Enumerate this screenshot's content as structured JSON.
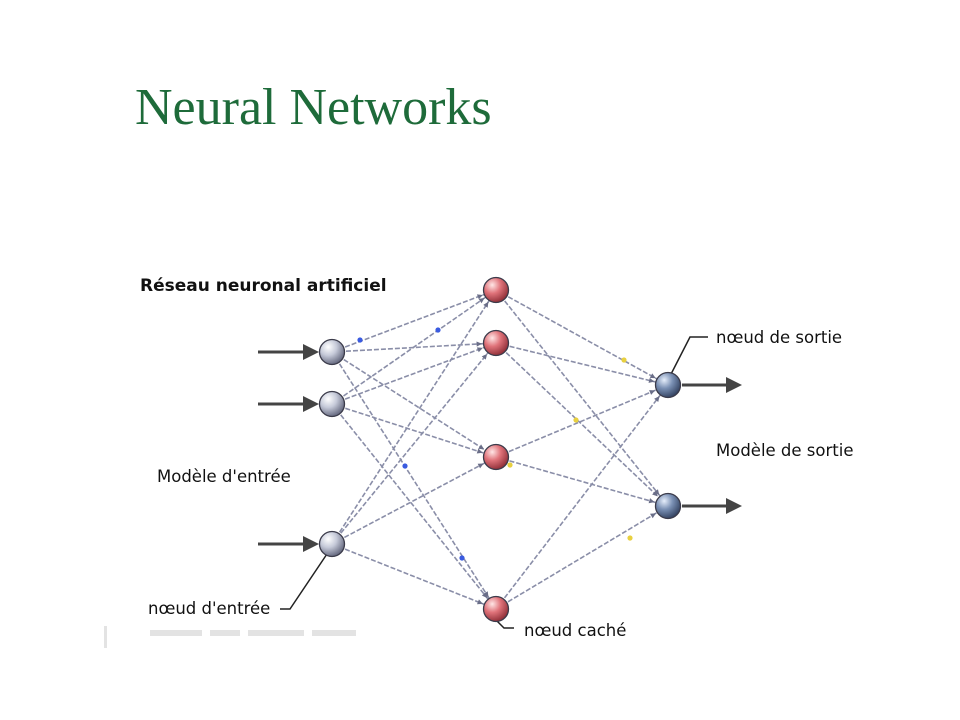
{
  "slide": {
    "title": "Neural Networks"
  },
  "diagram": {
    "heading": "Réseau neuronal artificiel",
    "labels": {
      "input_pattern": "Modèle d'entrée",
      "input_node": "nœud d'entrée",
      "hidden_node": "nœud caché",
      "output_node": "nœud de sortie",
      "output_pattern": "Modèle de sortie"
    },
    "layers": {
      "input": {
        "count": 3,
        "color": "#b7bccd"
      },
      "hidden": {
        "count": 4,
        "color": "#d9666b"
      },
      "output": {
        "count": 2,
        "color": "#6f86a8"
      }
    },
    "colors": {
      "connection": "#8a8ea8",
      "arrow": "#444444",
      "signal_blue": "#3a5be0",
      "signal_yellow": "#e8d040",
      "title": "#1e6b3a"
    }
  }
}
